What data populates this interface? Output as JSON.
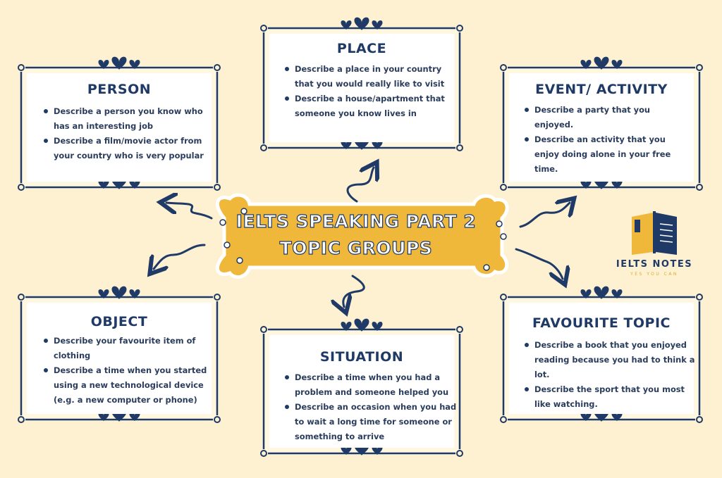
{
  "title": {
    "line1": "IELTS SPEAKING PART 2",
    "line2": "TOPIC GROUPS"
  },
  "colors": {
    "background": "#fdf1d2",
    "navy": "#1f3a66",
    "gold": "#f0b83a",
    "card": "#ffffff"
  },
  "cards": {
    "person": {
      "title": "PERSON",
      "items": [
        "Describe a person you know who has an interesting job",
        "Describe a film/movie actor from your country who is very popular"
      ]
    },
    "place": {
      "title": "PLACE",
      "items": [
        "Describe a place in your country that you would really like to visit",
        "Describe a house/apartment that someone you know lives in"
      ]
    },
    "event": {
      "title": "EVENT/ ACTIVITY",
      "items": [
        "Describe a party that you enjoyed.",
        "Describe an activity that you enjoy doing alone in your free time."
      ]
    },
    "object": {
      "title": "OBJECT",
      "items": [
        "Describe your favourite item of clothing",
        "Describe a time when you started using a new technological device (e.g. a new computer or phone)"
      ]
    },
    "situation": {
      "title": "SITUATION",
      "items": [
        "Describe a time when you had a problem and someone helped you",
        "Describe an occasion when you had to wait a long time for someone or something to arrive"
      ]
    },
    "favourite": {
      "title": "FAVOURITE TOPIC",
      "items": [
        "Describe a book that you enjoyed reading because you had to think a lot.",
        "Describe the sport that you most like watching."
      ]
    }
  },
  "logo": {
    "name": "IELTS NOTES",
    "tagline": "YES YOU CAN",
    "icon": "open-book-icon"
  }
}
